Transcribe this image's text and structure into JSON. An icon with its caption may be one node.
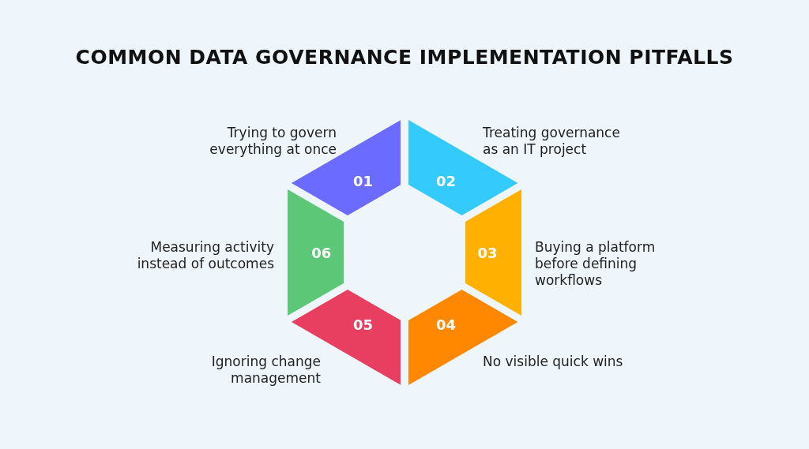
{
  "diagram": {
    "title": "COMMON DATA GOVERNANCE IMPLEMENTATION PITFALLS",
    "nodes": [
      {
        "text": [
          "01"
        ],
        "beside": [
          "Trying to govern everything at once"
        ]
      },
      {
        "text": [
          "02"
        ],
        "beside": [
          "Treating governance as an IT project"
        ]
      },
      {
        "text": [
          "03"
        ],
        "beside": [
          "Buying a platform before defining workflows"
        ]
      },
      {
        "text": [
          "04"
        ],
        "beside": [
          "No visible quick wins"
        ]
      },
      {
        "text": [
          "05"
        ],
        "beside": [
          "Ignoring change management"
        ]
      },
      {
        "text": [
          "06"
        ],
        "beside": [
          "Measuring activity instead of outcomes"
        ]
      }
    ],
    "edges": []
  }
}
